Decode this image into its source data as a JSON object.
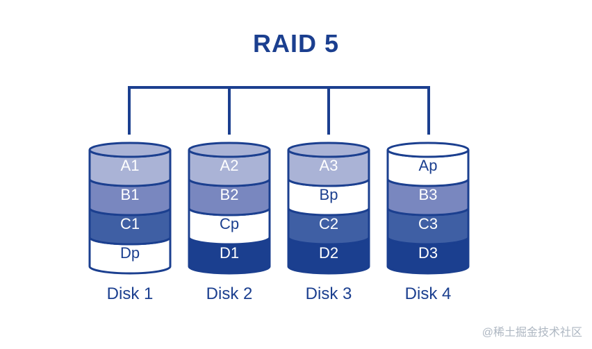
{
  "title": "RAID 5",
  "colors": {
    "dark": "#1b3f8f",
    "medium_dark": "#3f5fa4",
    "medium": "#7987bf",
    "light": "#aab3d6",
    "white": "#ffffff",
    "stroke": "#1b3f8f"
  },
  "disks": [
    {
      "label": "Disk 1",
      "blocks": [
        {
          "text": "A1",
          "fill": "light"
        },
        {
          "text": "B1",
          "fill": "medium"
        },
        {
          "text": "C1",
          "fill": "medium_dark"
        },
        {
          "text": "Dp",
          "fill": "white"
        }
      ]
    },
    {
      "label": "Disk 2",
      "blocks": [
        {
          "text": "A2",
          "fill": "light"
        },
        {
          "text": "B2",
          "fill": "medium"
        },
        {
          "text": "Cp",
          "fill": "white"
        },
        {
          "text": "D1",
          "fill": "dark"
        }
      ]
    },
    {
      "label": "Disk 3",
      "blocks": [
        {
          "text": "A3",
          "fill": "light"
        },
        {
          "text": "Bp",
          "fill": "white"
        },
        {
          "text": "C2",
          "fill": "medium_dark"
        },
        {
          "text": "D2",
          "fill": "dark"
        }
      ]
    },
    {
      "label": "Disk 4",
      "blocks": [
        {
          "text": "Ap",
          "fill": "white"
        },
        {
          "text": "B3",
          "fill": "medium"
        },
        {
          "text": "C3",
          "fill": "medium_dark"
        },
        {
          "text": "D3",
          "fill": "dark"
        }
      ]
    }
  ],
  "watermark": "@稀土掘金技术社区"
}
